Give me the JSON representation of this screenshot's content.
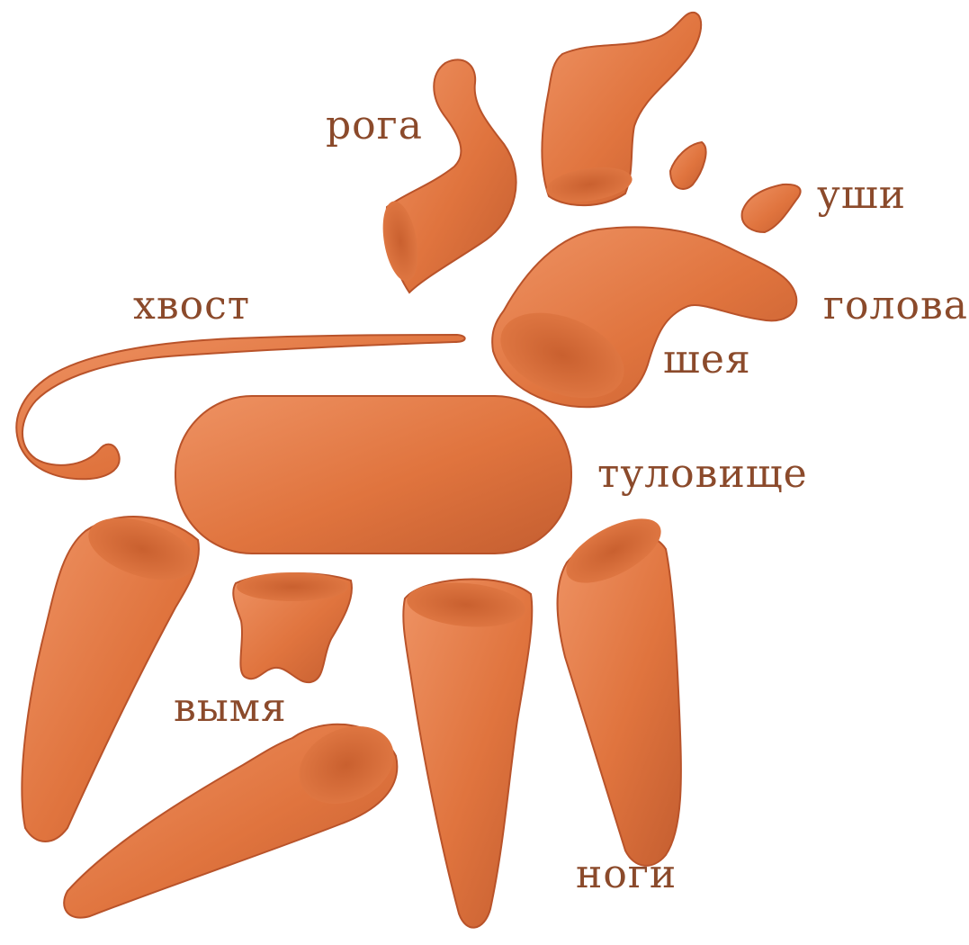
{
  "image": {
    "labels": {
      "horns": "рога",
      "ears": "уши",
      "head": "голова",
      "tail": "хвост",
      "neck": "шея",
      "body": "туловище",
      "udder": "вымя",
      "legs": "ноги"
    },
    "colors": {
      "clay": "#e0743e",
      "clay_shadow": "#b9532a",
      "clay_highlight": "#ee9263",
      "label_text": "#8b4a2b",
      "background": "#ffffff"
    }
  }
}
